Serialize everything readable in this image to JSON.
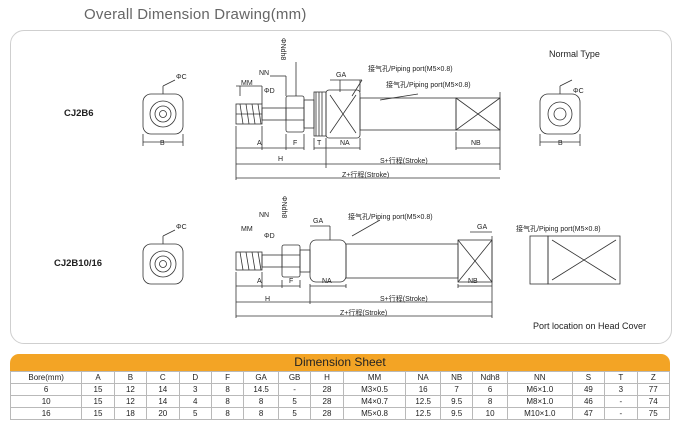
{
  "page": {
    "title": "Overall Dimension Drawing(mm)"
  },
  "drawing": {
    "normal_type": "Normal Type",
    "port_location": "Port location on Head Cover",
    "models": {
      "cj2b6": "CJ2B6",
      "cj2b10_16": "CJ2B10/16"
    },
    "labels": {
      "nn": "NN",
      "ndh8": "ΦNdh8",
      "mm": "MM",
      "phi_d": "ΦD",
      "phi_c": "ΦC",
      "ga": "GA",
      "a": "A",
      "b": "B",
      "f": "F",
      "t": "T",
      "h": "H",
      "na": "NA",
      "nb": "NB",
      "piping_port": "接气孔/Piping port(M5×0.8)",
      "s_stroke": "S+行程(Stroke)",
      "z_stroke": "Z+行程(Stroke)"
    }
  },
  "sheet": {
    "title": "Dimension Sheet",
    "headers": [
      "Bore(mm)",
      "A",
      "B",
      "C",
      "D",
      "F",
      "GA",
      "GB",
      "H",
      "MM",
      "NA",
      "NB",
      "Ndh8",
      "NN",
      "S",
      "T",
      "Z"
    ],
    "rows": [
      [
        "6",
        "15",
        "12",
        "14",
        "3",
        "8",
        "14.5",
        "-",
        "28",
        "M3×0.5",
        "16",
        "7",
        "6",
        "M6×1.0",
        "49",
        "3",
        "77"
      ],
      [
        "10",
        "15",
        "12",
        "14",
        "4",
        "8",
        "8",
        "5",
        "28",
        "M4×0.7",
        "12.5",
        "9.5",
        "8",
        "M8×1.0",
        "46",
        "-",
        "74"
      ],
      [
        "16",
        "15",
        "18",
        "20",
        "5",
        "8",
        "8",
        "5",
        "28",
        "M5×0.8",
        "12.5",
        "9.5",
        "10",
        "M10×1.0",
        "47",
        "-",
        "75"
      ]
    ]
  },
  "colors": {
    "accent": "#f3a425",
    "line": "#333333"
  }
}
